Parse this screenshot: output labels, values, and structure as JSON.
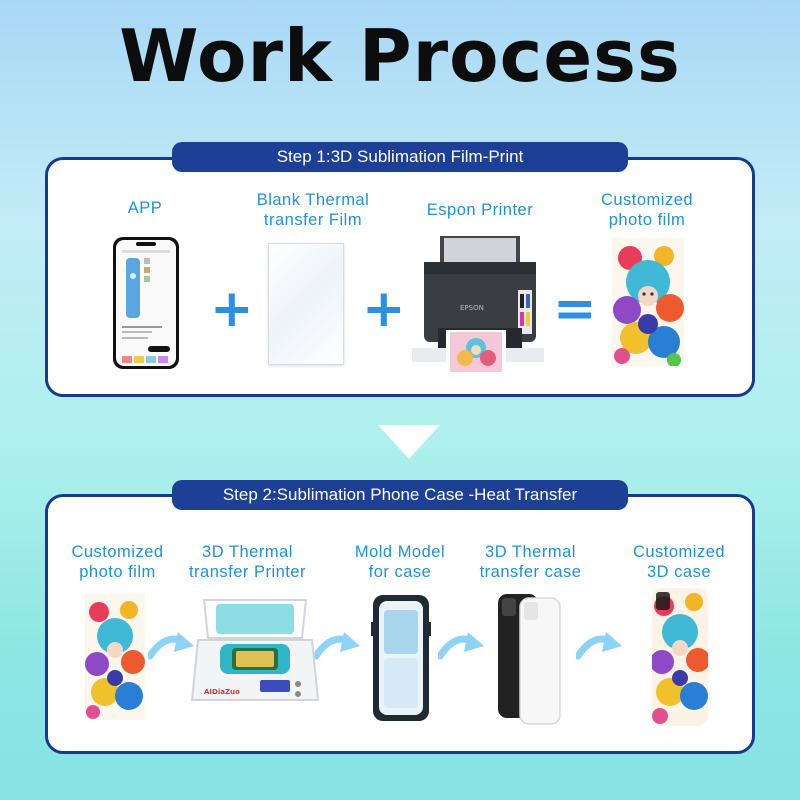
{
  "title": "Work Process",
  "step1": {
    "header": "Step 1:3D Sublimation Film-Print",
    "items": [
      {
        "label_line1": "APP",
        "label_line2": ""
      },
      {
        "label_line1": "Blank Thermal",
        "label_line2": "transfer Film"
      },
      {
        "label_line1": "Espon Printer",
        "label_line2": ""
      },
      {
        "label_line1": "Customized",
        "label_line2": "photo film"
      }
    ],
    "plus_symbol": "+",
    "equals_symbol": "=",
    "printer_brand": "EPSON"
  },
  "step2": {
    "header": "Step 2:Sublimation Phone Case -Heat Transfer",
    "items": [
      {
        "label_line1": "Customized",
        "label_line2": "photo film"
      },
      {
        "label_line1": "3D Thermal",
        "label_line2": "transfer Printer"
      },
      {
        "label_line1": "Mold Model",
        "label_line2": "for case"
      },
      {
        "label_line1": "3D Thermal",
        "label_line2": "transfer case"
      },
      {
        "label_line1": "Customized",
        "label_line2": "3D case"
      }
    ],
    "machine_brand": "AIDiaZuo"
  },
  "colors": {
    "step_bar": "#1e3f96",
    "panel_border": "#183a8c",
    "label_text": "#1f90d9",
    "operator": "#2e8fe0",
    "flow_arrow": "#8ed3f5"
  },
  "icons": [
    "phone-app-icon",
    "blank-film-icon",
    "printer-icon",
    "photo-film-icon",
    "heat-press-icon",
    "mold-icon",
    "phone-case-icon",
    "curved-arrow-icon",
    "down-arrow-icon"
  ]
}
